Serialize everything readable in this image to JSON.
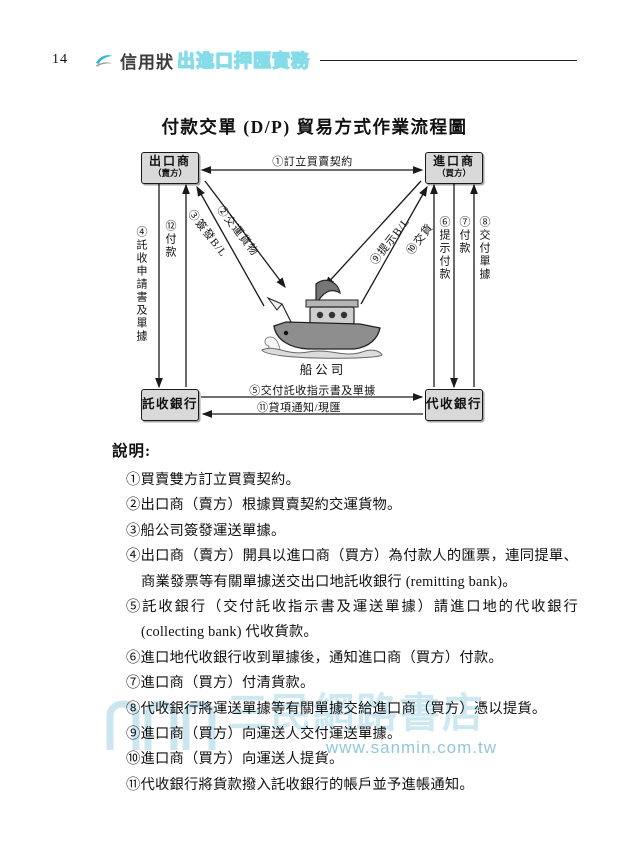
{
  "page": {
    "number": "14",
    "header_title_dark": "信用狀",
    "header_title_light": "出進口押匯實務"
  },
  "diagram": {
    "title": "付款交單 (D/P) 貿易方式作業流程圖",
    "boxes": {
      "exporter": {
        "name": "出口商",
        "sub": "（賣方）"
      },
      "importer": {
        "name": "進口商",
        "sub": "（買方）"
      },
      "remitting_bank": {
        "name": "託收銀行"
      },
      "collecting_bank": {
        "name": "代收銀行"
      }
    },
    "carrier_label": "船公司",
    "arrows": {
      "a1": "①訂立買賣契約",
      "a2": "②交運貨物",
      "a3": "③簽發B/L",
      "a4": "④託收申請書及單據",
      "a5": "⑤交付託收指示書及單據",
      "a6": "⑥提示付款",
      "a7": "⑦付款",
      "a8": "⑧交付單據",
      "a9": "⑨提示B/L",
      "a10": "⑩交貨",
      "a11": "⑪貸項通知/現匯",
      "a12": "⑫付款"
    }
  },
  "notes": {
    "heading": "說明:",
    "items": [
      "①買賣雙方訂立買賣契約。",
      "②出口商（賣方）根據買賣契約交運貨物。",
      "③船公司簽發運送單據。",
      "④出口商（賣方）開具以進口商（買方）為付款人的匯票，連同提單、商業發票等有關單據送交出口地託收銀行 (remitting bank)。",
      "⑤託收銀行（交付託收指示書及運送單據）請進口地的代收銀行 (collecting bank) 代收貨款。",
      "⑥進口地代收銀行收到單據後，通知進口商（買方）付款。",
      "⑦進口商（買方）付清貨款。",
      "⑧代收銀行將運送單據等有關單據交給進口商（買方）憑以提貨。",
      "⑨進口商（買方）向運送人交付運送單據。",
      "⑩進口商（買方）向運送人提貨。",
      "⑪代收銀行將貨款撥入託收銀行的帳戶並予進帳通知。"
    ]
  },
  "watermark": {
    "brand": "三民網路書店",
    "url": "www.sanmin.com.tw"
  },
  "colors": {
    "accent_cyan": "#35b8cc",
    "box_fill": "#d9d9d9",
    "watermark_blue": "#aed6e6",
    "line_black": "#1a1a1a"
  }
}
